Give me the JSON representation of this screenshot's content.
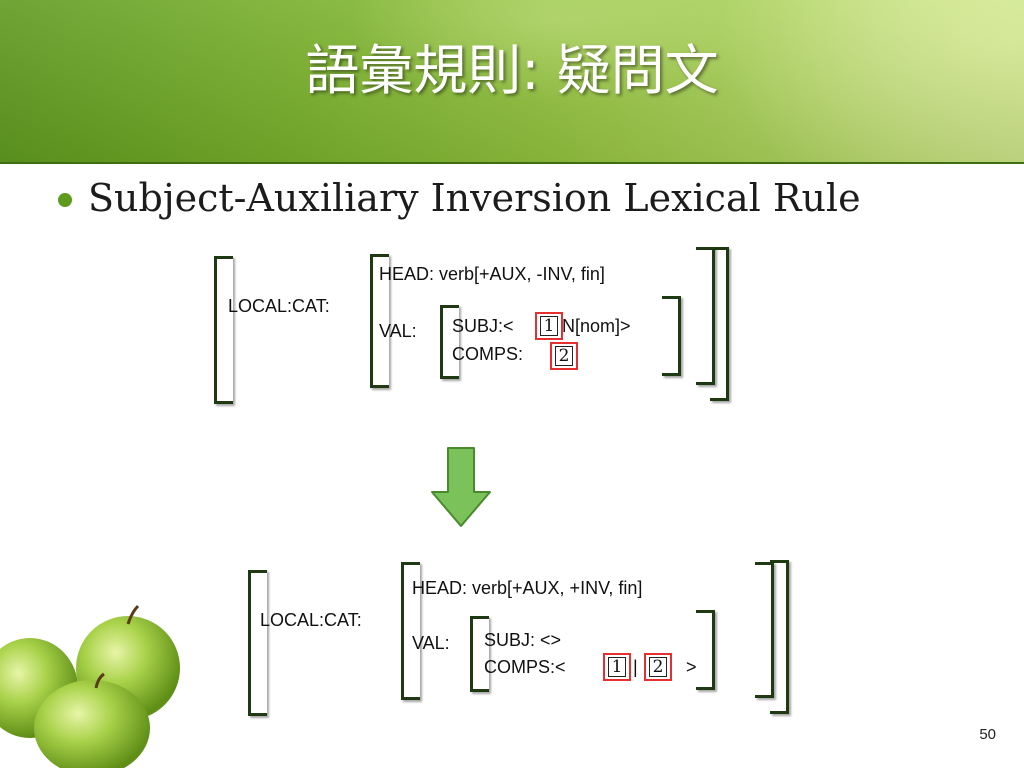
{
  "slide": {
    "title": "語彙規則: 疑問文",
    "bullet": "Subject-Auxiliary Inversion Lexical Rule",
    "page_number": "50"
  },
  "input_avm": {
    "local_cat": "LOCAL:CAT:",
    "head": "HEAD: verb[+AUX, -INV, fin]",
    "val": "VAL:",
    "subj_prefix": "SUBJ:<",
    "subj_suffix": "N[nom]>",
    "comps": "COMPS:",
    "tag1": "1",
    "tag2": "2"
  },
  "output_avm": {
    "local_cat": "LOCAL:CAT:",
    "head": "HEAD: verb[+AUX, +INV, fin]",
    "val": "VAL:",
    "subj": "SUBJ: <>",
    "comps_prefix": "COMPS:<",
    "separator": "|",
    "comps_suffix": ">",
    "tag1": "1",
    "tag2": "2"
  },
  "colors": {
    "header_green": "#79b02c",
    "bracket": "#1f3a12",
    "tag_border": "#e53030",
    "arrow_fill": "#7cc25a",
    "arrow_stroke": "#4a8a2e"
  },
  "icons": [
    "down-arrow-icon",
    "green-apples-decoration"
  ]
}
